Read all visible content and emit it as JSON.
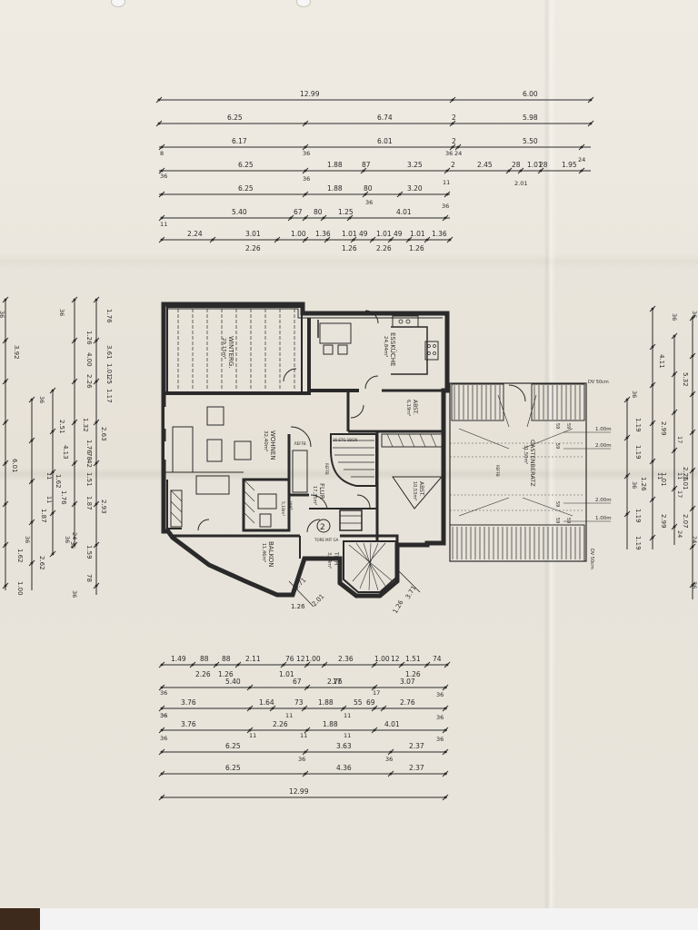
{
  "top_dimension_rows": [
    [
      "12.99",
      "6.00"
    ],
    [
      "6.25",
      "6.74",
      "2",
      "5.98"
    ],
    [
      "6.17",
      "6.01",
      "2",
      "5.50"
    ],
    [
      "6.25",
      "1.88",
      "87",
      "3.25",
      "2",
      "2.45",
      "28",
      "1.01",
      "28",
      "1.95"
    ],
    [
      "6.25",
      "1.88",
      "80",
      "3.20"
    ],
    [
      "5.40",
      "67",
      "80",
      "1.25",
      "4.01"
    ],
    [
      "2.24",
      "3.01",
      "1.00",
      "1.36",
      "1.01",
      "49",
      "1.01",
      "49",
      "1.01",
      "1.36"
    ],
    [
      "2.26",
      "1.26",
      "2.26",
      "1.26"
    ]
  ],
  "top_small_marks": [
    "8",
    "36",
    "36",
    "24",
    "24",
    "36",
    "36",
    "11",
    "36",
    "36",
    "11",
    "2.01"
  ],
  "bottom_dimension_rows": [
    [
      "1.49",
      "88",
      "88",
      "2.11",
      "76",
      "12",
      "1.00",
      "2.36",
      "1.00",
      "12",
      "1.51",
      "74"
    ],
    [
      "2.26",
      "1.26",
      "1.01",
      "1.26"
    ],
    [
      "5.40",
      "67",
      "17",
      "3.07",
      "2.76"
    ],
    [
      "3.76",
      "1.64",
      "73",
      "1.88",
      "55",
      "69",
      "2.76"
    ],
    [
      "3.76",
      "2.26",
      "1.88",
      "4.01"
    ],
    [
      "6.25",
      "3.63",
      "2.37"
    ],
    [
      "6.25",
      "4.36",
      "2.37"
    ],
    [
      "12.99"
    ]
  ],
  "bottom_small_marks": [
    "36",
    "36",
    "36",
    "17",
    "36",
    "36",
    "11",
    "11",
    "11",
    "36",
    "11",
    "11",
    "36",
    "36",
    "36"
  ],
  "left_dimension_values": [
    "3.92",
    "1.76",
    "3.61",
    "1.01",
    "25",
    "1.17",
    "1.26",
    "4.00",
    "2.26",
    "2.63",
    "1.32",
    "1.76",
    "78",
    "42",
    "1.51",
    "1.87",
    "2.93",
    "4.13",
    "1.62",
    "1.76",
    "1.87",
    "1.59",
    "2.62",
    "1.62",
    "1.00",
    "78",
    "6.01",
    "2.51"
  ],
  "left_small_marks": [
    "36",
    "36",
    "36",
    "11",
    "11",
    "24",
    "36",
    "36",
    "36",
    "36"
  ],
  "right_dimension_values": [
    "5.32",
    "4.11",
    "2.26",
    "2.99",
    "2.07",
    "2.99",
    "1.01",
    "1.01",
    "1.19",
    "1.19",
    "1.19",
    "1.19",
    "1.26"
  ],
  "right_small_marks": [
    "36",
    "36",
    "36",
    "11",
    "11",
    "17",
    "17",
    "24",
    "24",
    "36",
    "36"
  ],
  "rooms": {
    "winterg": "WINTERG.",
    "winterg_area": "29,15m²",
    "esskueche": "ESSKÜCHE",
    "esskueche_area": "24,84m²",
    "abst": "ABST.",
    "abst_area": "6,19m²",
    "wohnen": "WOHNEN",
    "wohnen_area": "32,40m²",
    "flur": "FLUR",
    "flur_area": "17,35m²",
    "wc": "WC",
    "wc_area": "5,18m²",
    "abst2": "ABST.",
    "abst2_area": "10,53m²",
    "tr_h": "TR-H",
    "tr_h_area": "3,74m²",
    "balkon": "BALKON",
    "balkon_area": "11,46m²",
    "gastenberatz": "GASTENBERATZ",
    "gastenberatz_area": "31,50m²",
    "rolltreppe": "16 STG 18/26",
    "stair_note": "TORE MIT GA",
    "kitchen_text": "REFFB",
    "ref_a": "REFFB",
    "ref_b": "REFFB",
    "staircase_number": "2"
  },
  "side_dims": [
    "1.00m",
    "2.00m",
    "2.00m",
    "1.00m",
    "DV 50cm",
    "DV 50cm"
  ],
  "side_small": [
    "59",
    "59",
    "59",
    "59",
    "59",
    "59"
  ],
  "diagonal_labels": [
    "3.71",
    "1.26",
    "3.71",
    "1.26",
    "2.01"
  ],
  "colors": {
    "paper": "#ebe6dd",
    "line": "#2a2a2a",
    "fold": "#d8d2c7"
  }
}
